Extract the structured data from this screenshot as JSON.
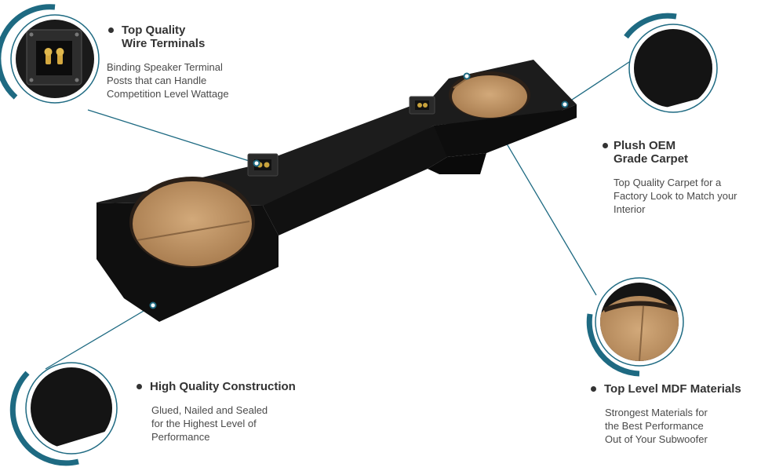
{
  "features": {
    "terminals": {
      "title_line1": "Top Quality",
      "title_line2": "Wire Terminals",
      "desc_line1": "Binding Speaker Terminal",
      "desc_line2": "Posts that can Handle",
      "desc_line3": "Competition Level Wattage"
    },
    "carpet": {
      "title_line1": "Plush OEM",
      "title_line2": "Grade Carpet",
      "desc_line1": "Top Quality Carpet for a",
      "desc_line2": "Factory Look to Match your",
      "desc_line3": "Interior"
    },
    "construction": {
      "title_line1": "High Quality Construction",
      "desc_line1": "Glued, Nailed and Sealed",
      "desc_line2": "for the Highest Level of",
      "desc_line3": "Performance"
    },
    "mdf": {
      "title_line1": "Top Level MDF Materials",
      "desc_line1": "Strongest Materials for",
      "desc_line2": "the Best Performance",
      "desc_line3": "Out of  Your Subwoofer"
    }
  },
  "colors": {
    "accent": "#1e6a82",
    "carpet": "#141414",
    "mdf": "#c49a6c"
  }
}
